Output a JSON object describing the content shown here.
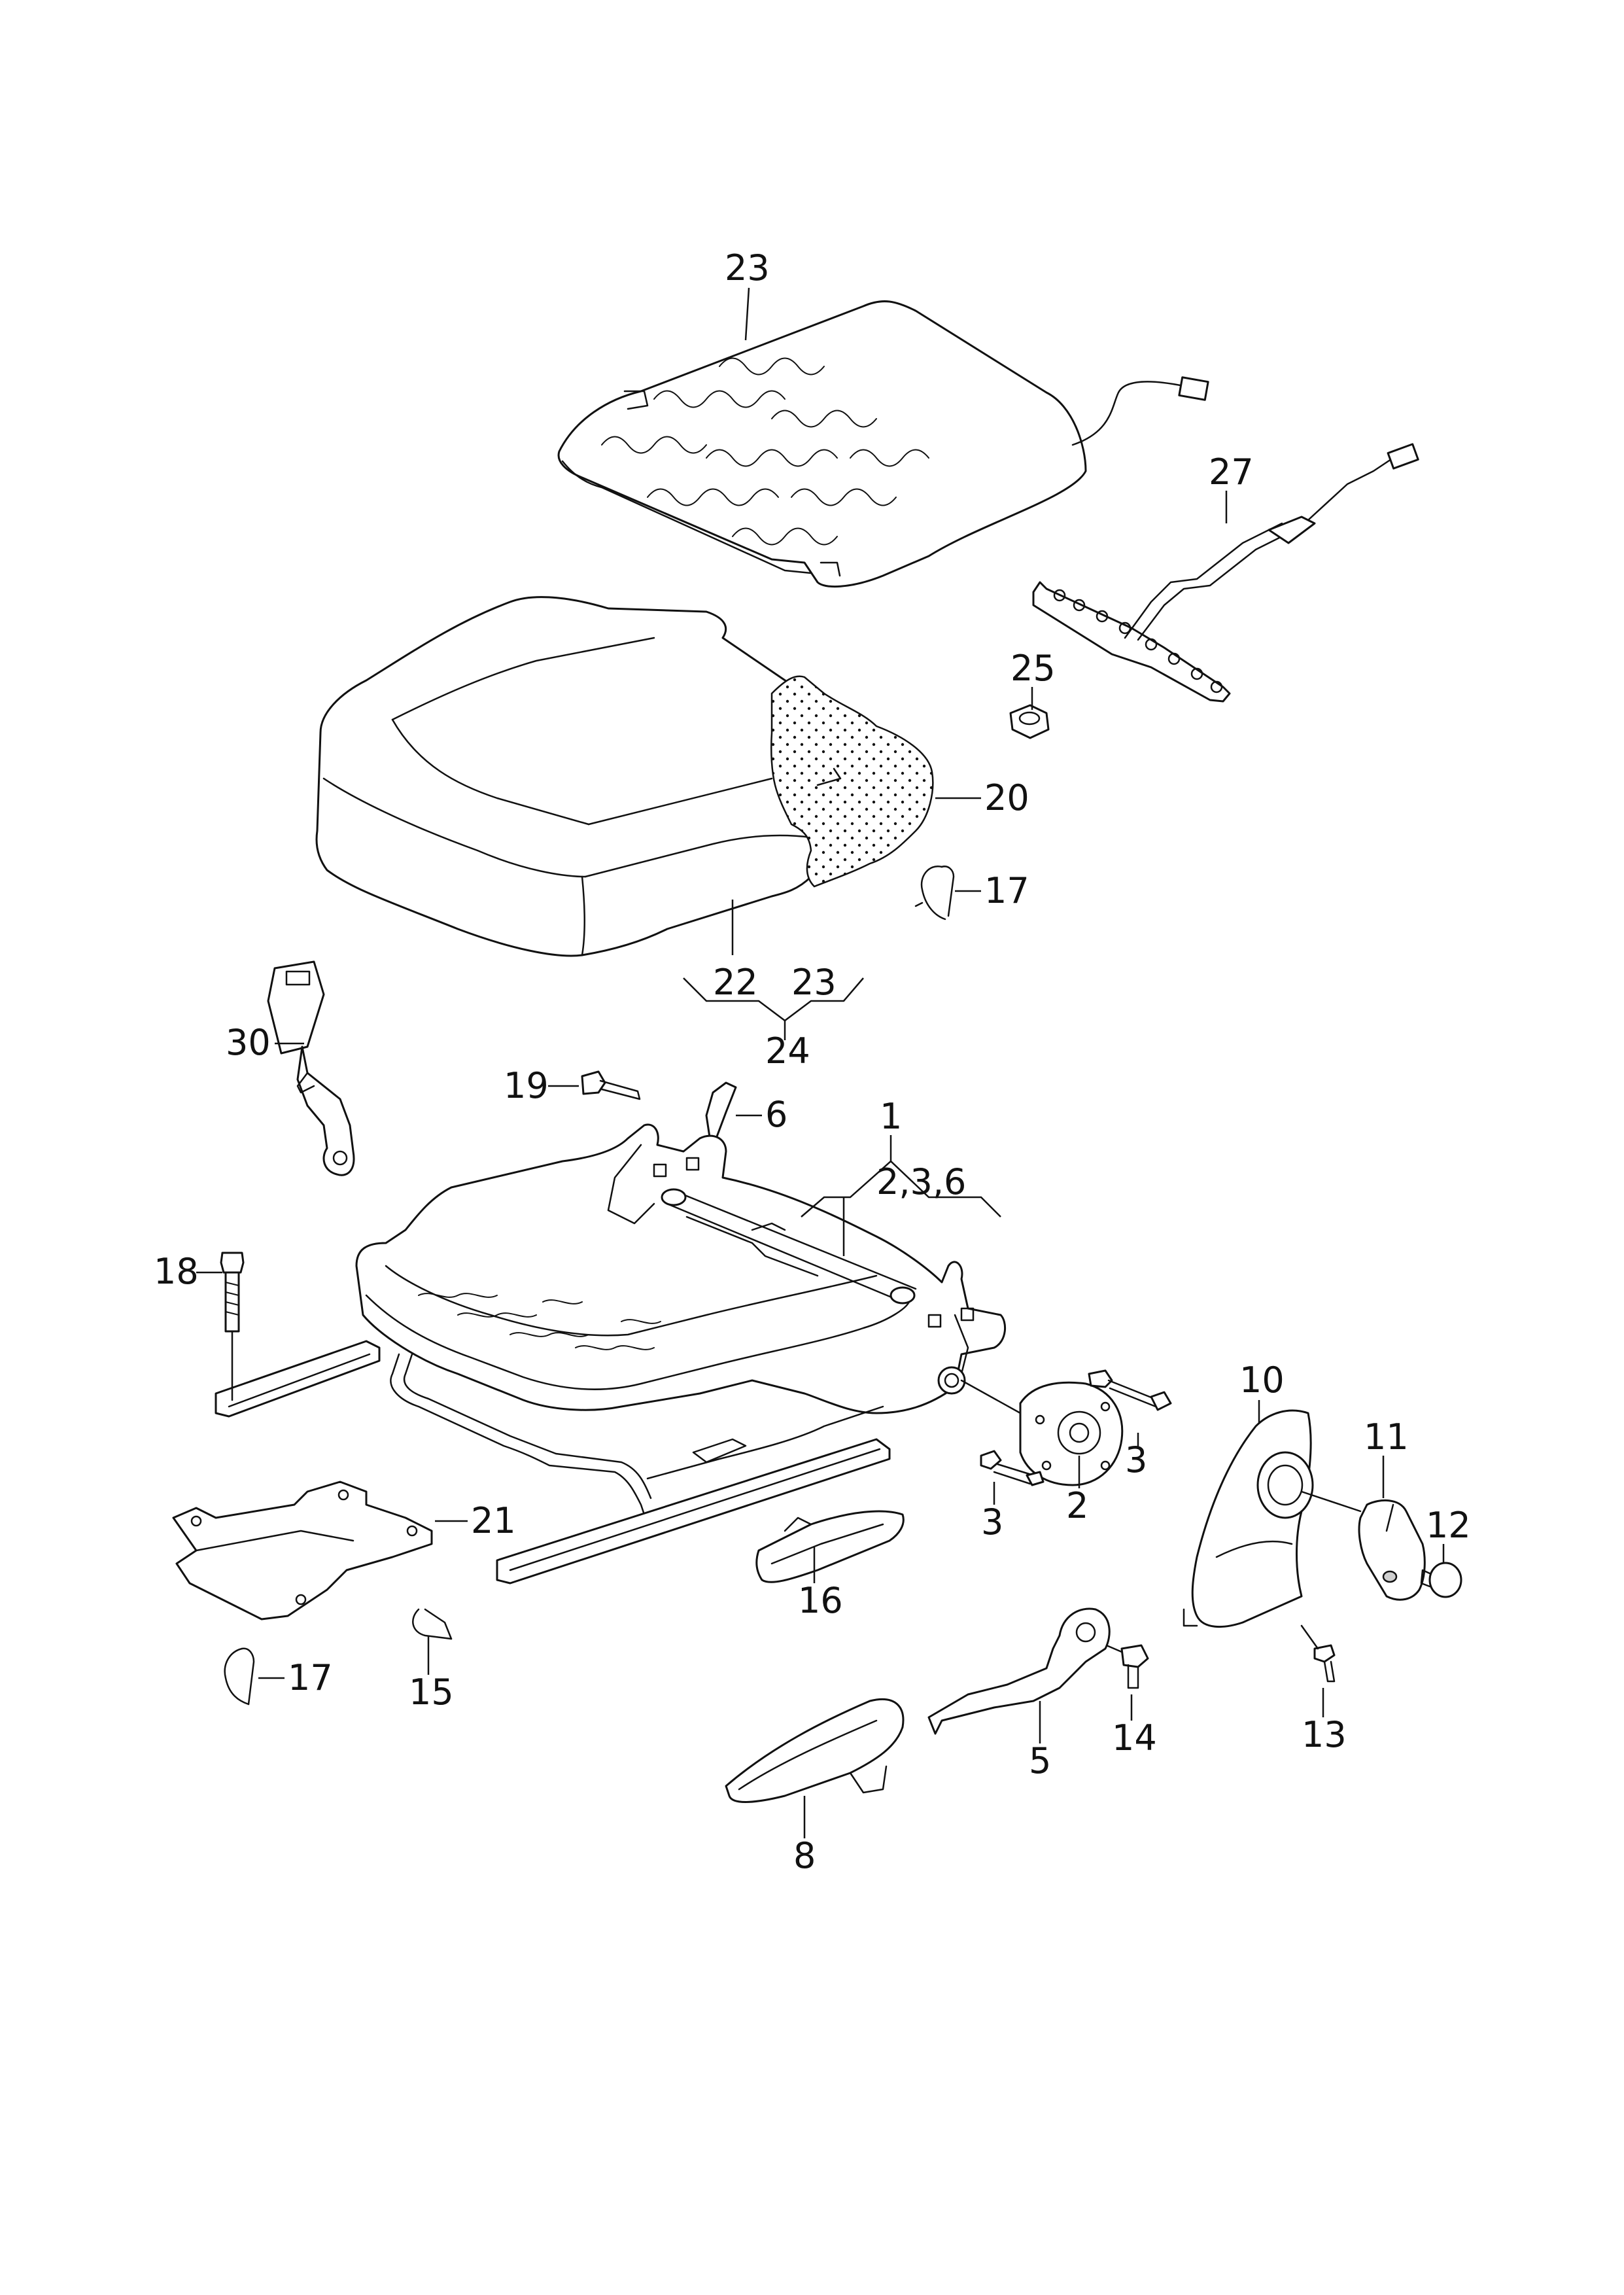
{
  "diagram": {
    "callouts": {
      "c1": "1",
      "c2": "2",
      "c3a": "3",
      "c3b": "3",
      "c5": "5",
      "c6": "6",
      "c8": "8",
      "c10": "10",
      "c11": "11",
      "c12": "12",
      "c13": "13",
      "c14": "14",
      "c15": "15",
      "c16": "16",
      "c17a": "17",
      "c17b": "17",
      "c18": "18",
      "c19": "19",
      "c20": "20",
      "c21": "21",
      "c22": "22",
      "c23a": "23",
      "c23b": "23",
      "c24": "24",
      "c25": "25",
      "c27": "27",
      "c30": "30",
      "c1_group": "2,3,6"
    }
  }
}
